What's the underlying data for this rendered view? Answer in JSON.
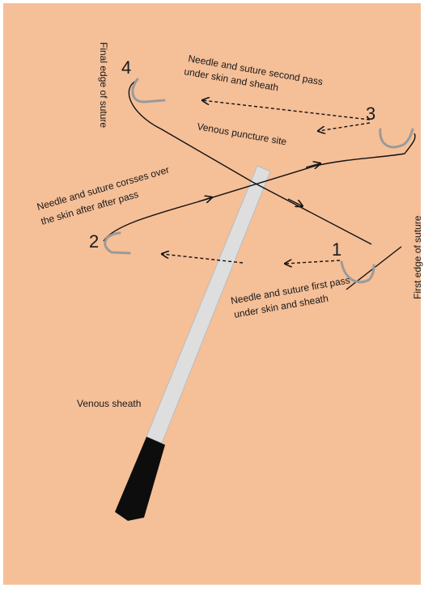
{
  "colors": {
    "background": "#f5bf98",
    "sheath_body": "#dedede",
    "sheath_handle": "#0d0d0d",
    "suture": "#111111",
    "needle": "#9a9a9a"
  },
  "labels": {
    "final_edge": "Final edge of suture",
    "first_edge": "First edge of suture",
    "second_pass_line1": "Needle and suture  second pass",
    "second_pass_line2": "under skin and sheath",
    "puncture_site": "Venous puncture site",
    "crosses_line1": "Needle and suture corsses over",
    "crosses_line2": "the  skin after after pass",
    "first_pass_line1": "Needle and suture first pass",
    "first_pass_line2": "under skin and sheath",
    "venous_sheath": "Venous sheath"
  },
  "numbers": {
    "n1": "1",
    "n2": "2",
    "n3": "3",
    "n4": "4"
  }
}
